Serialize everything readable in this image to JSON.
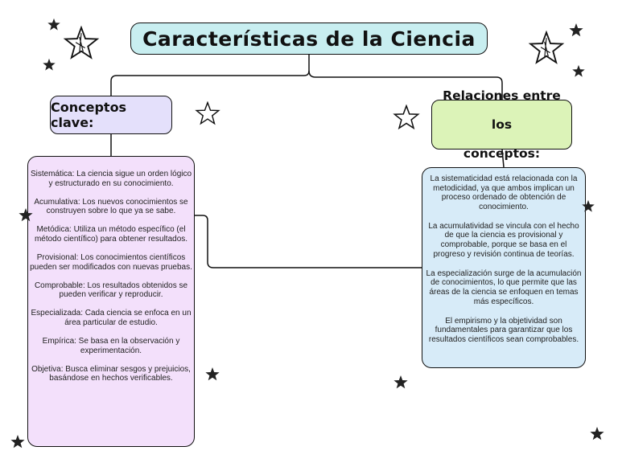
{
  "title": "Características de la Ciencia",
  "left": {
    "heading": "Conceptos clave:",
    "items": [
      "Sistemática: La ciencia sigue un orden lógico y estructurado en su conocimiento.",
      "Acumulativa: Los nuevos conocimientos se construyen sobre lo que ya se sabe.",
      "Metódica: Utiliza un método específico (el método científico) para obtener resultados.",
      "Provisional: Los conocimientos científicos pueden ser modificados con nuevas pruebas.",
      "Comprobable: Los resultados obtenidos se pueden verificar y reproducir.",
      "Especializada: Cada ciencia se enfoca en un área particular de estudio.",
      "Empírica: Se basa en la observación y experimentación.",
      "Objetiva: Busca eliminar sesgos y prejuicios, basándose en hechos verificables."
    ]
  },
  "right": {
    "heading_line1": "Relaciones entre los",
    "heading_line2": "conceptos:",
    "items": [
      "La sistematicidad está relacionada con la metodicidad, ya que ambos implican un proceso ordenado de obtención de conocimiento.",
      "La acumulatividad se vincula con el hecho de que la ciencia es provisional y comprobable, porque se basa en el progreso y revisión continua de teorías.",
      "La especialización surge de la acumulación de conocimientos, lo que permite que las áreas de la ciencia se enfoquen en temas más específicos.",
      "El empirismo y la objetividad son fundamentales para garantizar que los resultados científicos sean comprobables."
    ]
  },
  "decor": {
    "star_icon": "star-icon",
    "line_color": "#111111",
    "colors": {
      "title_bg": "#c8eef0",
      "left_heading_bg": "#e4e0fb",
      "right_heading_bg": "#dcf3b8",
      "left_body_bg": "#f3e0fb",
      "right_body_bg": "#d7ebf8"
    }
  }
}
